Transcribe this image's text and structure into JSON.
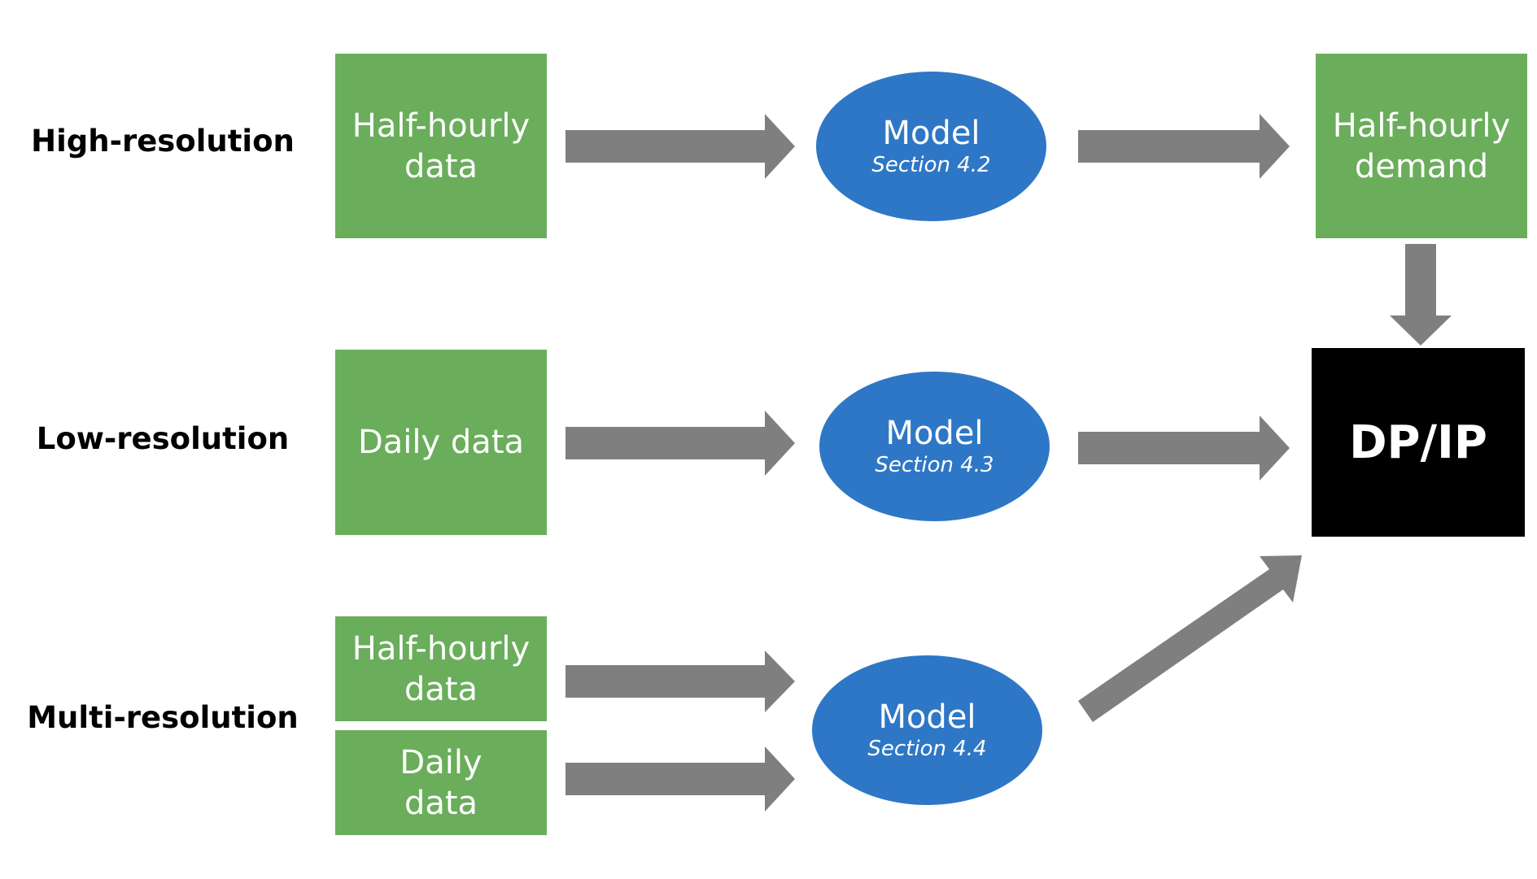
{
  "rows": {
    "high": {
      "label": "High-resolution"
    },
    "low": {
      "label": "Low-resolution"
    },
    "multi": {
      "label": "Multi-resolution"
    }
  },
  "inputs": {
    "high_halfhourly": {
      "line1": "Half-hourly",
      "line2": "data"
    },
    "low_daily": {
      "line1": "Daily data"
    },
    "multi_halfhourly": {
      "line1": "Half-hourly",
      "line2": "data"
    },
    "multi_daily": {
      "line1": "Daily",
      "line2": "data"
    }
  },
  "models": {
    "high": {
      "title": "Model",
      "section": "Section 4.2"
    },
    "low": {
      "title": "Model",
      "section": "Section 4.3"
    },
    "multi": {
      "title": "Model",
      "section": "Section 4.4"
    }
  },
  "outputs": {
    "demand": {
      "line1": "Half-hourly",
      "line2": "demand"
    },
    "dpip": {
      "label": "DP/IP"
    }
  },
  "colors": {
    "green_box": "#6aad5b",
    "model_ellipse": "#2e77c6",
    "arrow": "#7f7f7f",
    "dpip_box": "#000000"
  }
}
